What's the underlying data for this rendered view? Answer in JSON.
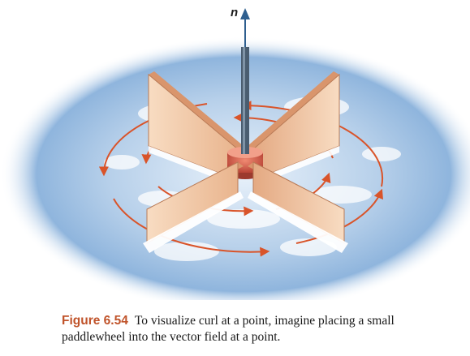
{
  "diagram": {
    "vector_label": "n",
    "colors": {
      "background_glow": "#9fc1e3",
      "paddle_face": "#f3c9a5",
      "paddle_edge": "#c8906a",
      "hub": "#c95a4a",
      "flow_arrows": "#d9542a",
      "shaft": "#4a5d70"
    }
  },
  "caption": {
    "figure_number": "Figure 6.54",
    "text": "To visualize curl at a point, imagine placing a small paddlewheel into the vector field at a point."
  }
}
